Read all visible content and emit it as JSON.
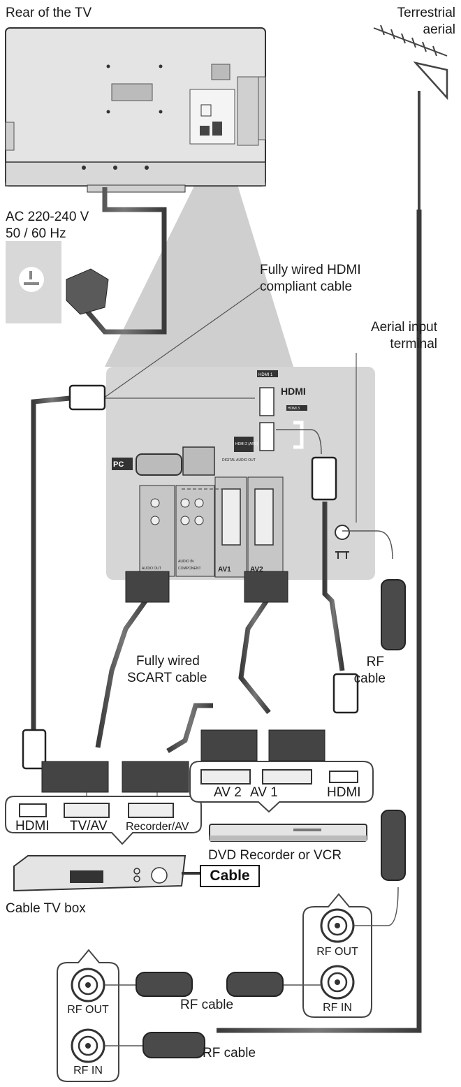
{
  "labels": {
    "rear_tv": "Rear of the TV",
    "aerial_line1": "Terrestrial",
    "aerial_line2": "aerial",
    "ac_line1": "AC 220-240 V",
    "ac_line2": "50 / 60 Hz",
    "hdmi_cable_line1": "Fully wired HDMI",
    "hdmi_cable_line2": "compliant cable",
    "aerial_terminal_line1": "Aerial input",
    "aerial_terminal_line2": "terminal",
    "rf_cable_line1": "RF",
    "rf_cable_line2": "cable",
    "scart_line1": "Fully wired",
    "scart_line2": "SCART cable",
    "dvd_av2": "AV 2",
    "dvd_av1": "AV 1",
    "dvd_hdmi": "HDMI",
    "box_hdmi": "HDMI",
    "box_tvav": "TV/AV",
    "box_recorder": "Recorder/AV",
    "dvd_name": "DVD Recorder or VCR",
    "cable": "Cable",
    "cable_tv_box": "Cable TV box",
    "dvd_rf_out": "RF OUT",
    "dvd_rf_in": "RF IN",
    "box_rf_out": "RF OUT",
    "box_rf_in": "RF IN",
    "rf_cable_mid": "RF cable",
    "rf_cable_bottom": "RF cable"
  },
  "panel": {
    "hdmi1": "HDMI 1",
    "hdmi_logo": "HDMI",
    "hdmi3": "HDMI 3",
    "hdmi2_arc": "HDMI 2 (ARC)",
    "digital_audio": "DIGITAL AUDIO OUT",
    "pc": "PC",
    "audio_out": "AUDIO OUT",
    "audio_in": "AUDIO IN",
    "component": "COMPONENT",
    "av1": "AV1",
    "av2": "AV2"
  },
  "colors": {
    "cable": "#4a4a4a",
    "panel": "#d6d6d6",
    "tv_body": "#e4e4e4",
    "beam": "#cfcfcf"
  }
}
